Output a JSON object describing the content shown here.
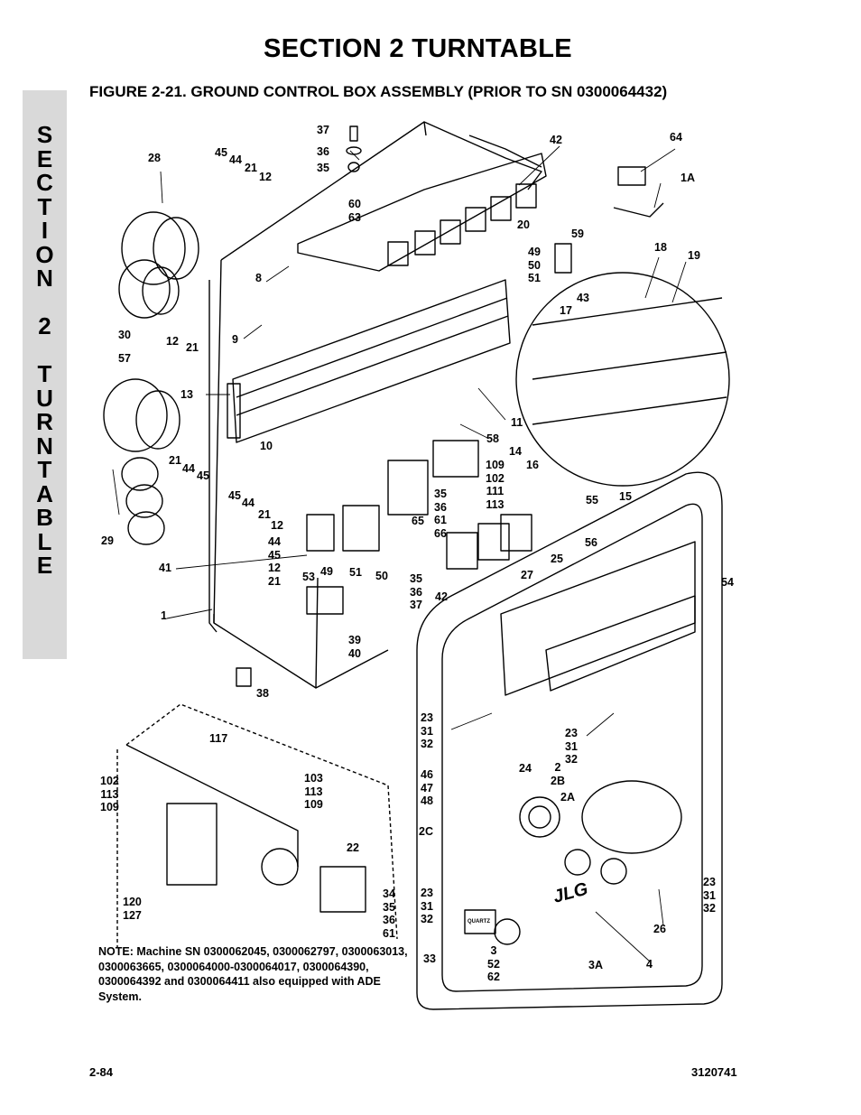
{
  "section_title": "SECTION 2   TURNTABLE",
  "figure_title": "FIGURE 2-21.  GROUND CONTROL BOX ASSEMBLY (PRIOR TO SN 0300064432)",
  "side_tab": [
    "S",
    "E",
    "C",
    "T",
    "I",
    "O",
    "N",
    "",
    "2",
    "",
    "T",
    "U",
    "R",
    "N",
    "T",
    "A",
    "B",
    "L",
    "E"
  ],
  "callouts": {
    "c28": "28",
    "c45a": "45",
    "c44a": "44",
    "c21a": "21",
    "c12a": "12",
    "c37": "37",
    "c36": "36",
    "c35": "35",
    "c6063": "60\n63",
    "c42a": "42",
    "c64": "64",
    "c1a": "1A",
    "c20": "20",
    "c59": "59",
    "c495051": "49\n50\n51",
    "c18": "18",
    "c19": "19",
    "c8": "8",
    "c43": "43",
    "c17": "17",
    "c9": "9",
    "c30": "30",
    "c12b": "12",
    "c21b": "21",
    "c57": "57",
    "c13": "13",
    "c11": "11",
    "c58": "58",
    "c14": "14",
    "c16": "16",
    "c15": "15",
    "c10": "10",
    "c21c": "21",
    "c44b": "44",
    "c45b": "45",
    "c1099": "109\n102\n111\n113",
    "c45c": "45",
    "c44c": "44",
    "c21d": "21",
    "c12c": "12",
    "c35grp": "35\n36\n61\n66",
    "c55": "55",
    "c29": "29",
    "c65": "65",
    "c56": "56",
    "c25": "25",
    "c41": "41",
    "c44grp": "44\n45\n12\n21",
    "c53": "53",
    "c49": "49",
    "c51": "51",
    "c50": "50",
    "c35b": "35\n36\n37",
    "c42b": "42",
    "c27": "27",
    "c54": "54",
    "c1": "1",
    "c3940": "39\n40",
    "c38": "38",
    "c23a": "23\n31\n32",
    "c23b": "23\n31\n32",
    "c117": "117",
    "c102": "102\n113\n109",
    "c103": "103\n113\n109",
    "c46": "46\n47\n48",
    "c24": "24",
    "c2": "2\n2B",
    "c2a": "2A",
    "c2c": "2C",
    "c22": "22",
    "c23c": "23\n31\n32",
    "c23d": "23\n31\n32",
    "c120": "120\n127",
    "c34": "34\n35\n36\n61",
    "c26": "26",
    "c33": "33",
    "c3": "3\n52\n62",
    "c3a": "3A",
    "c4": "4"
  },
  "note": "NOTE: Machine SN 0300062045, 0300062797, 0300063013, 0300063665, 0300064000-0300064017, 0300064390, 0300064392 and 0300064411 also equipped with ADE System.",
  "panel_labels": {
    "brand": "JLG",
    "hour_meter": "QUARTZ"
  },
  "footer": {
    "page": "2-84",
    "doc_number": "3120741"
  }
}
